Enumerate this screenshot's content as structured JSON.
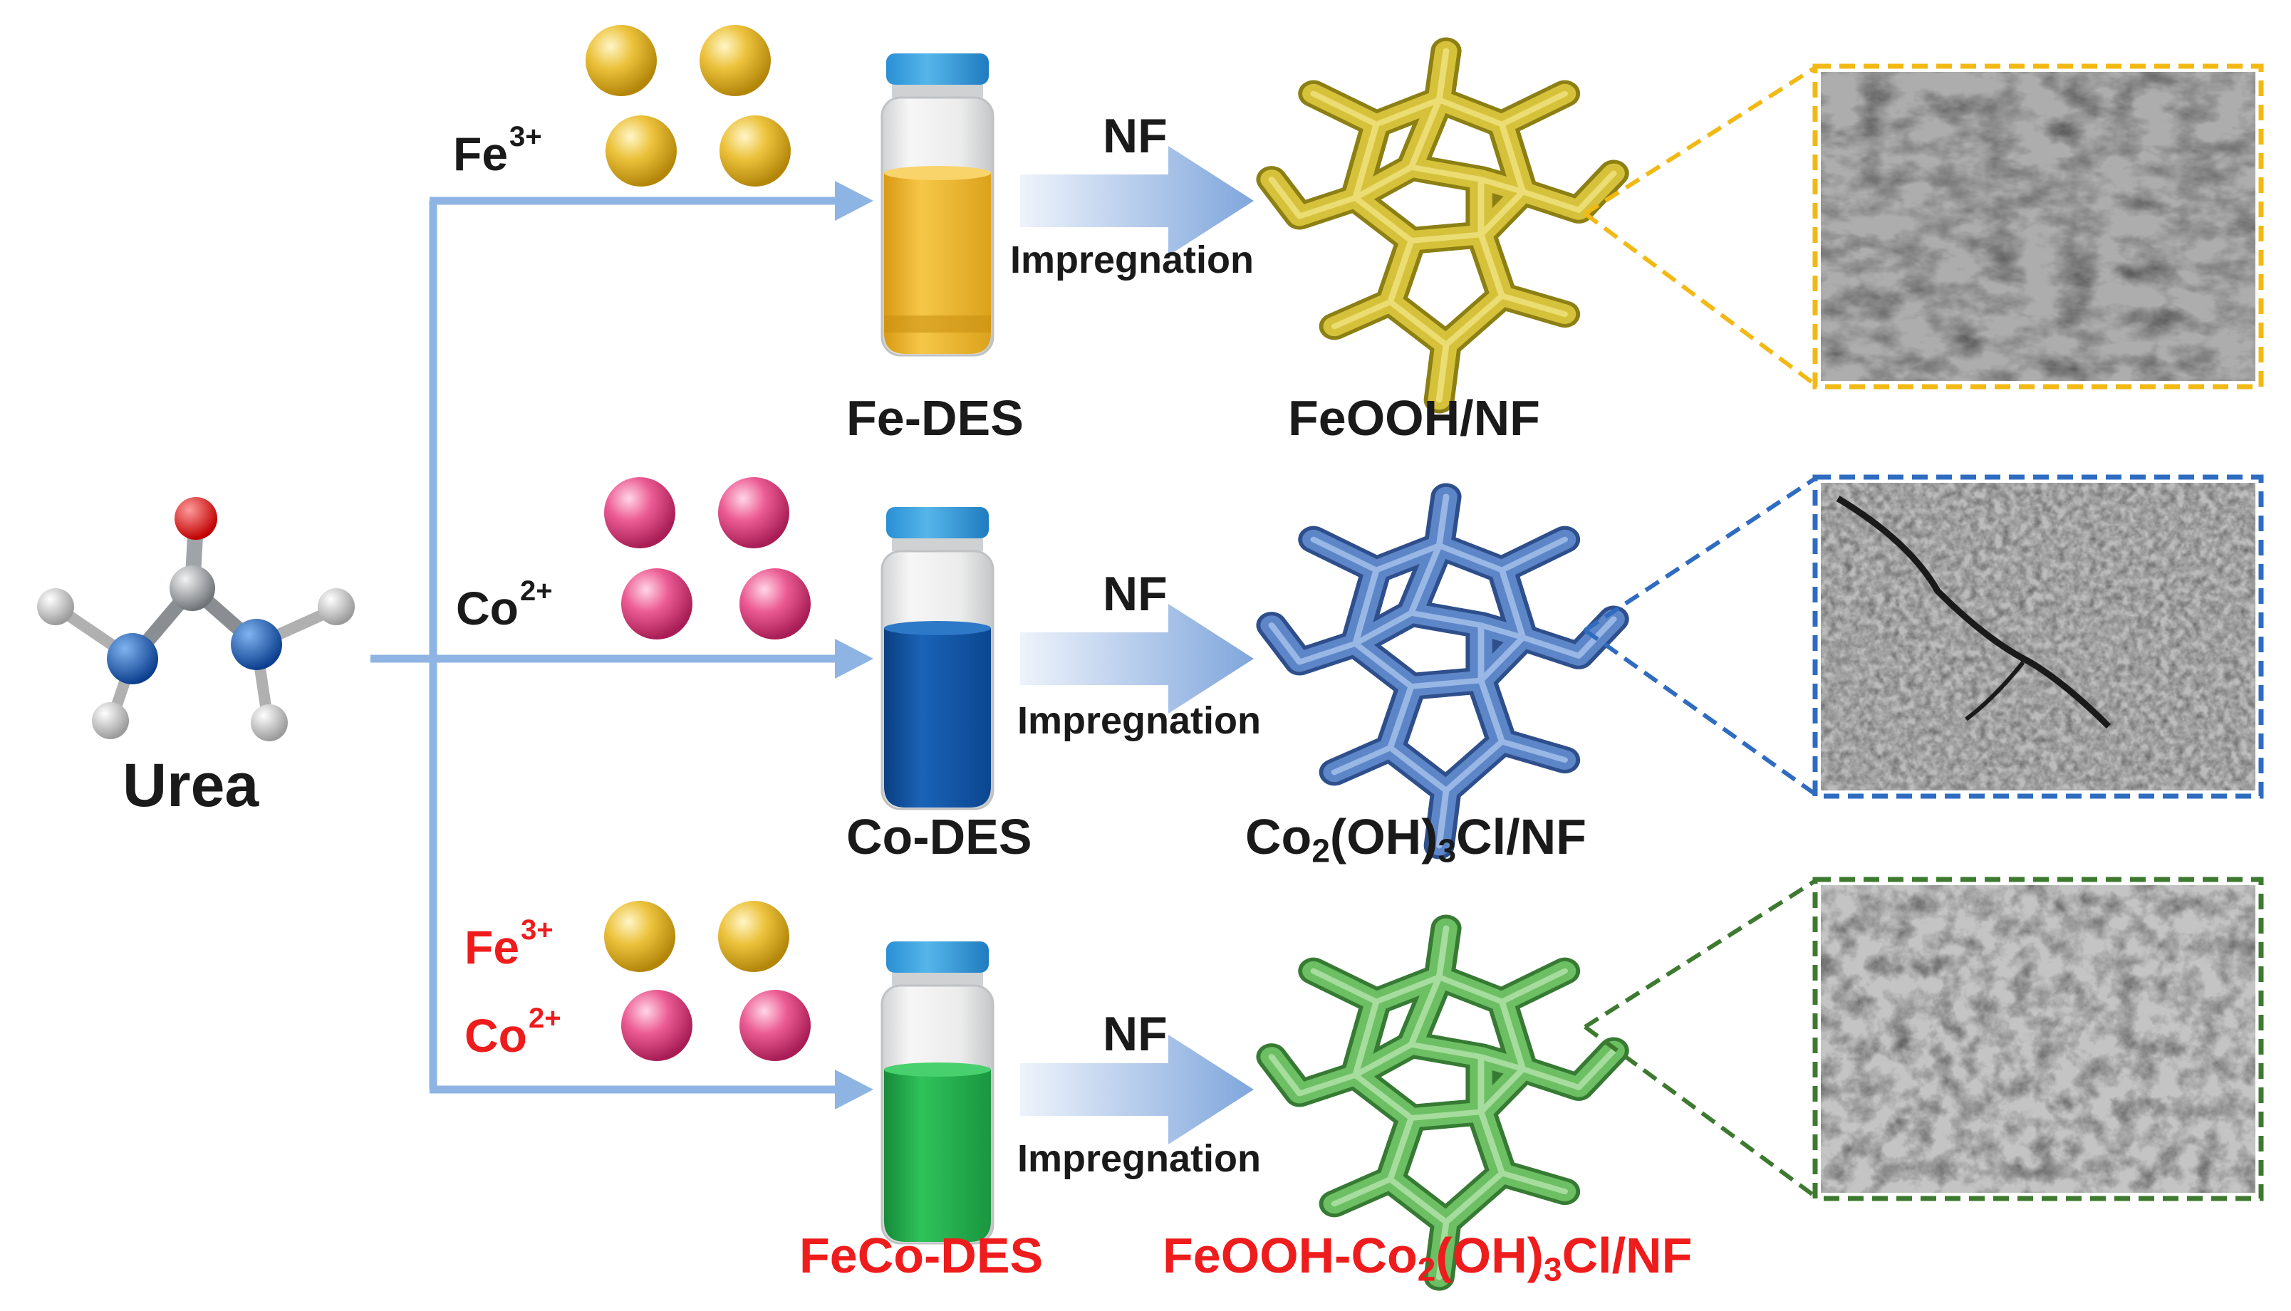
{
  "molecule": {
    "label": "Urea"
  },
  "colors": {
    "arrow": "#8eb4e3",
    "fe_sphere": "#e8b92a",
    "co_sphere": "#e8508a",
    "fe_solution": "#f0b32a",
    "co_solution": "#0d4f9c",
    "feco_solution": "#1fa64a",
    "fe_frame": "#d6c23a",
    "co_frame": "#5d86c8",
    "feco_frame": "#6cbf62",
    "fe_box": "#f2b915",
    "co_box": "#2f6cc0",
    "feco_box": "#3d7a30",
    "red_text": "#ee1c1c"
  },
  "routes": [
    {
      "ion_labels": [
        {
          "symbol": "Fe",
          "charge": "3+"
        }
      ],
      "reagent": "NF",
      "process": "Impregnation",
      "solution_label": "Fe-DES",
      "product": {
        "main": "FeOOH/NF"
      }
    },
    {
      "ion_labels": [
        {
          "symbol": "Co",
          "charge": "2+"
        }
      ],
      "reagent": "NF",
      "process": "Impregnation",
      "solution_label": "Co-DES",
      "product": {
        "p1": "Co",
        "s1": "2",
        "p2": "(OH)",
        "s2": "3",
        "p3": "Cl/NF"
      }
    },
    {
      "ion_labels": [
        {
          "symbol": "Fe",
          "charge": "3+"
        },
        {
          "symbol": "Co",
          "charge": "2+"
        }
      ],
      "reagent": "NF",
      "process": "Impregnation",
      "solution_label": "FeCo-DES",
      "product": {
        "p1": "FeOOH-Co",
        "s1": "2",
        "p2": "(OH)",
        "s2": "3",
        "p3": "Cl/NF"
      }
    }
  ]
}
